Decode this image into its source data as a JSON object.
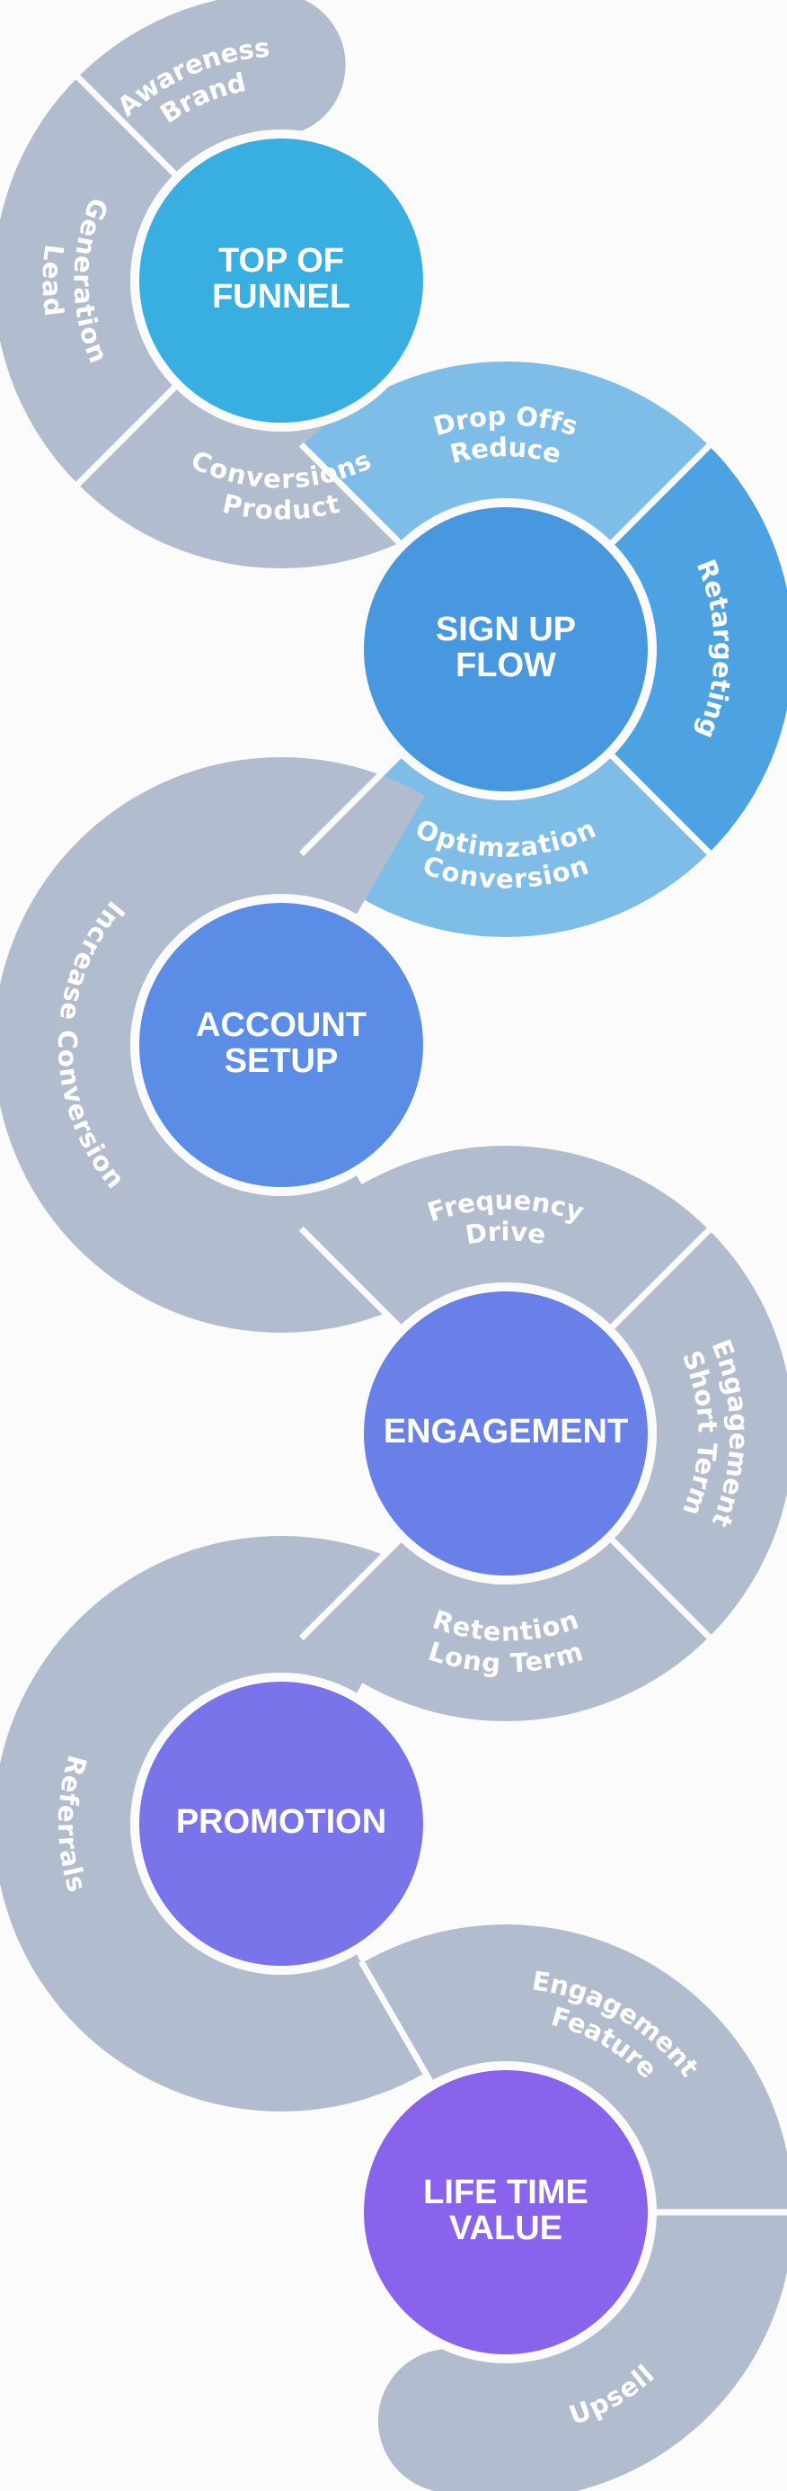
{
  "colors": {
    "grey": "#b1bccf",
    "light_blue": "#7fbde9",
    "mid_blue": "#4da2e2",
    "background": "#fbfbfc"
  },
  "stages": [
    {
      "label_lines": [
        "TOP OF",
        "FUNNEL"
      ],
      "color": "#38afe0"
    },
    {
      "label_lines": [
        "SIGN UP",
        "FLOW"
      ],
      "color": "#4898e0"
    },
    {
      "label_lines": [
        "ACCOUNT",
        "SETUP"
      ],
      "color": "#5b8de6"
    },
    {
      "label_lines": [
        "ENGAGEMENT"
      ],
      "color": "#6880e8"
    },
    {
      "label_lines": [
        "PROMOTION"
      ],
      "color": "#7a74ea"
    },
    {
      "label_lines": [
        "LIFE TIME",
        "VALUE"
      ],
      "color": "#8a63ec"
    }
  ],
  "segments": {
    "brand_awareness": [
      "Brand",
      "Awareness"
    ],
    "lead_generation": [
      "Lead",
      "Generation"
    ],
    "product_conversions": [
      "Product",
      "Conversions"
    ],
    "reduce_drop_offs": [
      "Reduce",
      "Drop Offs"
    ],
    "retargeting": [
      "Retargeting"
    ],
    "conversion_optimization": [
      "Conversion",
      "Optimzation"
    ],
    "increase_conversion": [
      "Increase Conversion"
    ],
    "drive_frequency": [
      "Drive",
      "Frequency"
    ],
    "short_term_engagement": [
      "Short Term",
      "Engagement"
    ],
    "long_term_retention": [
      "Long Term",
      "Retention"
    ],
    "referrals": [
      "Referrals"
    ],
    "feature_engagement": [
      "Feature",
      "Engagement"
    ],
    "upsell": [
      "Upsell"
    ]
  }
}
